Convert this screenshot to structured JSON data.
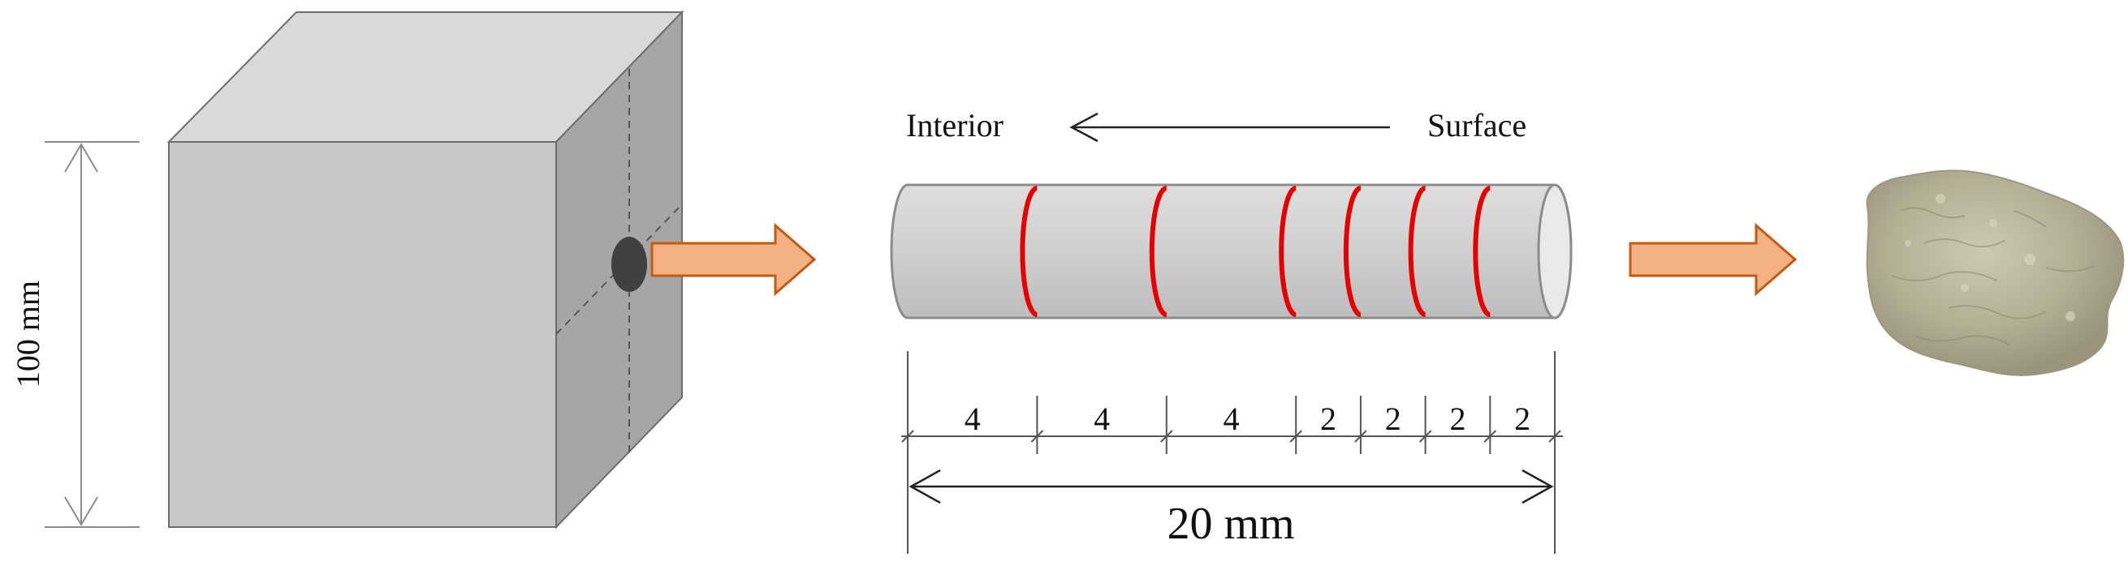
{
  "cube": {
    "height_label": "100 mm"
  },
  "core": {
    "direction_left_label": "Interior",
    "direction_right_label": "Surface",
    "segments": [
      {
        "length": 4,
        "label": "4"
      },
      {
        "length": 4,
        "label": "4"
      },
      {
        "length": 4,
        "label": "4"
      },
      {
        "length": 2,
        "label": "2"
      },
      {
        "length": 2,
        "label": "2"
      },
      {
        "length": 2,
        "label": "2"
      },
      {
        "length": 2,
        "label": "2"
      }
    ],
    "total_label": "20 mm"
  },
  "colors": {
    "cube_front": "#c8c8c8",
    "cube_top": "#d9d9d9",
    "cube_side": "#a6a6a6",
    "cube_edge": "#6d6d6d",
    "core_fill": "#d0d0d0",
    "core_edge": "#8c8c8c",
    "cut_line": "#e60000",
    "arrow_fill": "#f4b183",
    "arrow_edge": "#c55a11",
    "hole": "#404040",
    "powder": "#b9b39b"
  }
}
